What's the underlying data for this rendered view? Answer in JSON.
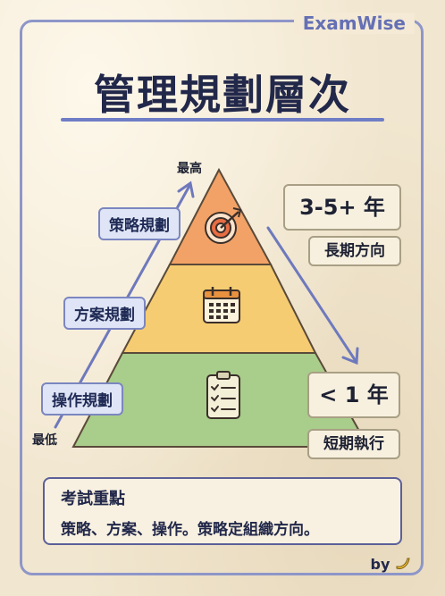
{
  "brand": "ExamWise",
  "title": "管理規劃層次",
  "pyramid": {
    "top_label": "最高",
    "bottom_label": "最低",
    "levels": [
      {
        "name": "策略規劃",
        "color": "#f2a266",
        "icon": "target-icon"
      },
      {
        "name": "方案規劃",
        "color": "#f6cc72",
        "icon": "calendar-icon"
      },
      {
        "name": "操作規劃",
        "color": "#a9cd8a",
        "icon": "checklist-icon"
      }
    ]
  },
  "horizons": {
    "long": {
      "value": "3-5+ 年",
      "label": "長期方向"
    },
    "short": {
      "value": "< 1 年",
      "label": "短期執行"
    }
  },
  "tip": {
    "title": "考試重點",
    "body": "策略、方案、操作。策略定組織方向。"
  },
  "footer": {
    "by": "by",
    "icon": "banana-icon"
  },
  "colors": {
    "accent": "#6570b5",
    "frame": "#8e96c8",
    "ink": "#22284a"
  }
}
